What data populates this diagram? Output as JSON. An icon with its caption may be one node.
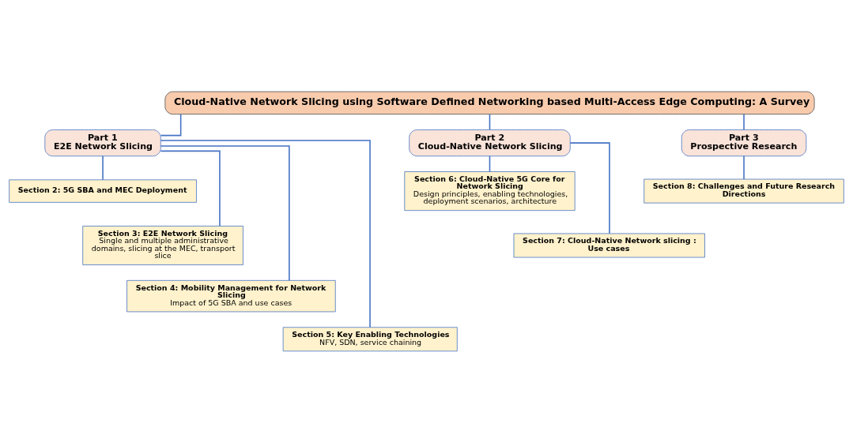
{
  "diagram": {
    "nodes": [
      {
        "text": [
          "Cloud-Native Network Slicing using Software Defined Networking based Multi-Access Edge Computing: A Survey"
        ]
      },
      {
        "text": [
          "Part 1",
          "E2E Network Slicing"
        ]
      },
      {
        "text": [
          "Part 2",
          "Cloud-Native Network Slicing"
        ]
      },
      {
        "text": [
          "Part 3",
          "Prospective Research"
        ]
      },
      {
        "text": [
          "Section 2: 5G SBA and MEC Deployment"
        ]
      },
      {
        "text": [
          "Section 3: E2E Network Slicing",
          "Single and multiple administrative domains, slicing at the MEC, transport slice"
        ]
      },
      {
        "text": [
          "Section 4: Mobility Management for Network Slicing",
          "Impact of 5G SBA and use cases"
        ]
      },
      {
        "text": [
          "Section 5: Key Enabling Technologies",
          "NFV, SDN, service chaining"
        ]
      },
      {
        "text": [
          "Section 6: Cloud-Native 5G Core for Network Slicing",
          "Design principles, enabling technologies, deployment scenarios, architecture"
        ]
      },
      {
        "text": [
          "Section 7: Cloud-Native Network slicing : Use cases"
        ]
      },
      {
        "text": [
          "Section 8: Challenges and Future Research Directions"
        ]
      }
    ],
    "edges": [
      {
        "from": 0,
        "to": 1,
        "arrow": "none"
      },
      {
        "from": 0,
        "to": 2,
        "arrow": "none"
      },
      {
        "from": 0,
        "to": 3,
        "arrow": "none"
      },
      {
        "from": 1,
        "to": 4,
        "arrow": "none"
      },
      {
        "from": 1,
        "to": 5,
        "arrow": "none"
      },
      {
        "from": 1,
        "to": 6,
        "arrow": "none"
      },
      {
        "from": 1,
        "to": 7,
        "arrow": "none"
      },
      {
        "from": 2,
        "to": 8,
        "arrow": "none"
      },
      {
        "from": 2,
        "to": 9,
        "arrow": "none"
      },
      {
        "from": 3,
        "to": 10,
        "arrow": "none"
      }
    ]
  }
}
